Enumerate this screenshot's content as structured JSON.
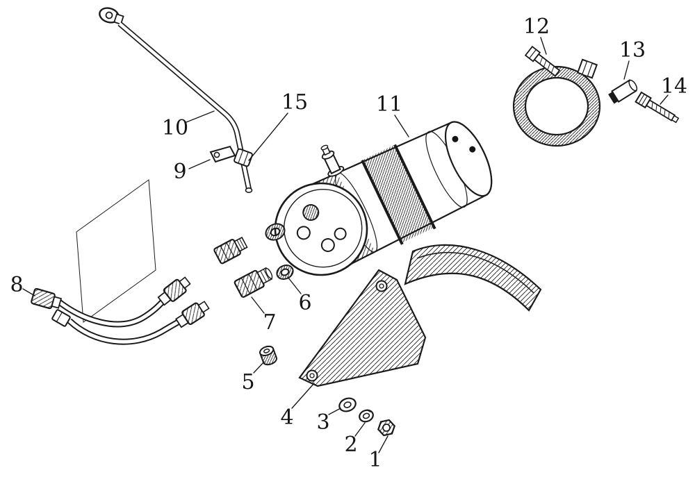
{
  "canvas": {
    "background": "#ffffff",
    "ink": "#1a1a1a"
  },
  "callouts": [
    {
      "label": "1"
    },
    {
      "label": "2"
    },
    {
      "label": "3"
    },
    {
      "label": "4"
    },
    {
      "label": "5"
    },
    {
      "label": "6"
    },
    {
      "label": "7"
    },
    {
      "label": "8"
    },
    {
      "label": "9"
    },
    {
      "label": "10"
    },
    {
      "label": "11"
    },
    {
      "label": "12"
    },
    {
      "label": "13"
    },
    {
      "label": "14"
    },
    {
      "label": "15"
    }
  ]
}
